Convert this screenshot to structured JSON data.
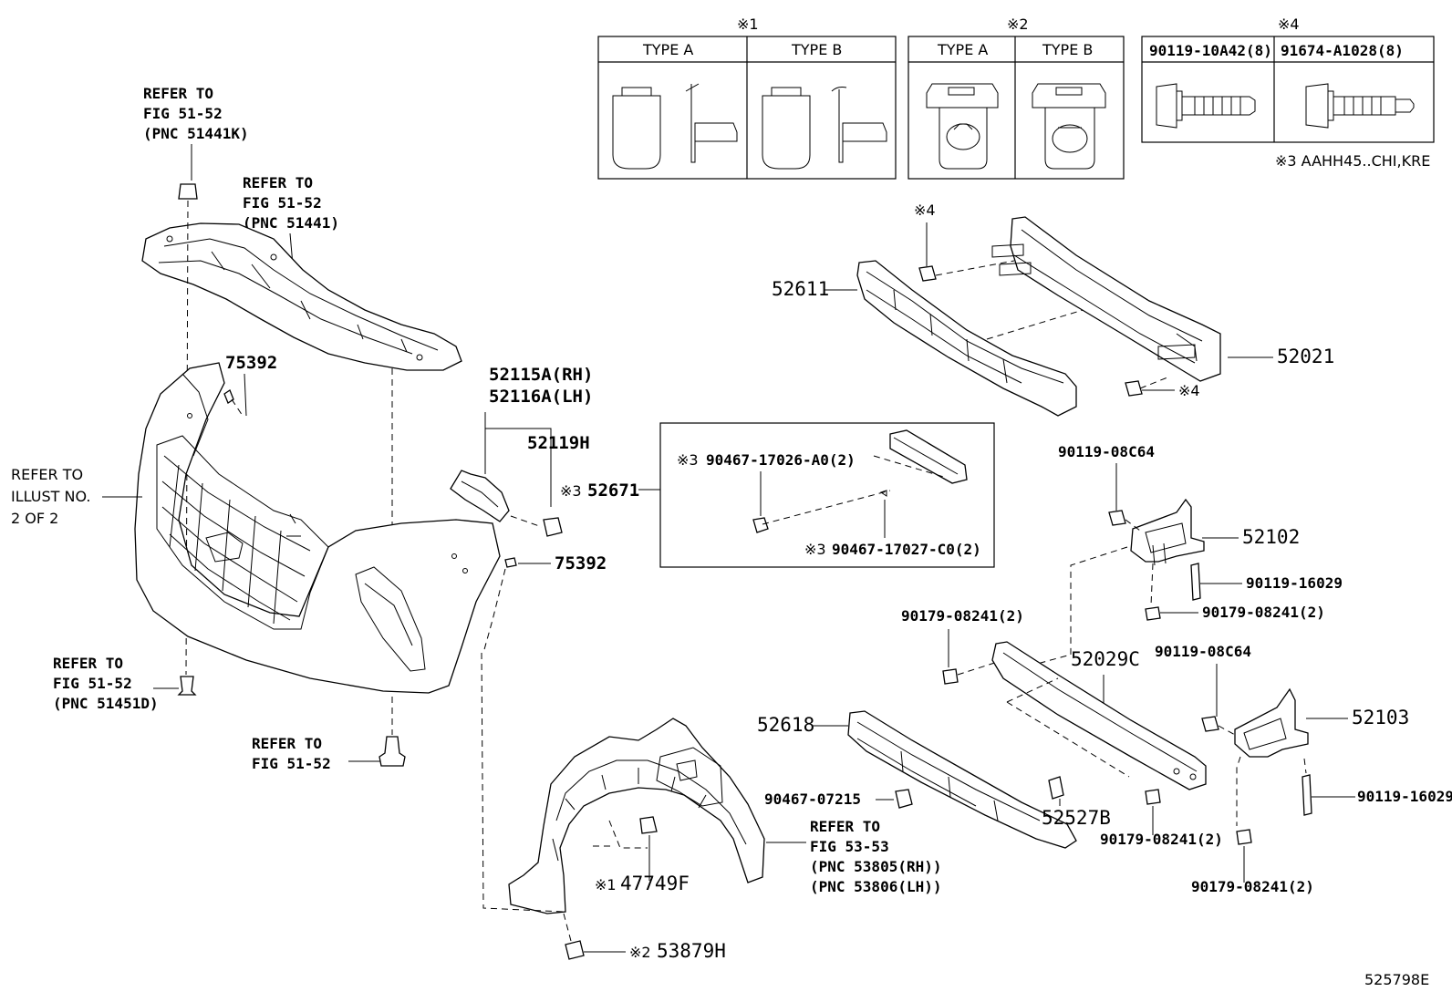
{
  "refs": {
    "ref_51441k": [
      "REFER TO",
      "FIG 51-52",
      "(PNC 51441K)"
    ],
    "ref_51441": [
      "REFER TO",
      "FIG 51-52",
      "(PNC 51441)"
    ],
    "ref_illust": [
      "REFER TO",
      "ILLUST NO.",
      "2 OF 2"
    ],
    "ref_51451d": [
      "REFER TO",
      "FIG 51-52",
      "(PNC 51451D)"
    ],
    "ref_5152": [
      "REFER TO",
      "FIG 51-52"
    ],
    "ref_5353": [
      "REFER TO",
      "FIG 53-53",
      "(PNC 53805(RH))",
      "(PNC 53806(LH))"
    ]
  },
  "legend": {
    "note1": "※1",
    "note2": "※2",
    "note4": "※4",
    "type_a": "TYPE A",
    "type_b": "TYPE B",
    "bolt1": "90119-10A42(8)",
    "bolt2": "91674-A1028(8)",
    "note3": "※3 AAHH45..CHI,KRE"
  },
  "parts": {
    "p75392_upper": "75392",
    "p75392_lower": "75392",
    "p52115a": "52115A(RH)",
    "p52116a": "52116A(LH)",
    "p52119h": "52119H",
    "p52671": "52671",
    "p52671_mark": "※3",
    "p52611": "52611",
    "p52021": "52021",
    "p_mark4_top": "※4",
    "p_mark4_bottom": "※4",
    "box_bolt1": "90467-17026-A0(2)",
    "box_bolt2": "90467-17027-C0(2)",
    "box_mark1": "※3",
    "box_mark2": "※3",
    "p90119_08c64_a": "90119-08C64",
    "p52102": "52102",
    "p90119_16029_a": "90119-16029",
    "p90179_a": "90179-08241(2)",
    "p90179_b": "90179-08241(2)",
    "p52029c": "52029C",
    "p90119_08c64_b": "90119-08C64",
    "p52103": "52103",
    "p52618": "52618",
    "p90467_07215": "90467-07215",
    "p52527b": "52527B",
    "p90119_16029_b": "90119-16029",
    "p90179_c": "90179-08241(2)",
    "p90179_d": "90179-08241(2)",
    "p47749f": "47749F",
    "p47749f_mark": "※1",
    "p53879h": "53879H",
    "p53879h_mark": "※2"
  },
  "illustration_id": "525798E"
}
